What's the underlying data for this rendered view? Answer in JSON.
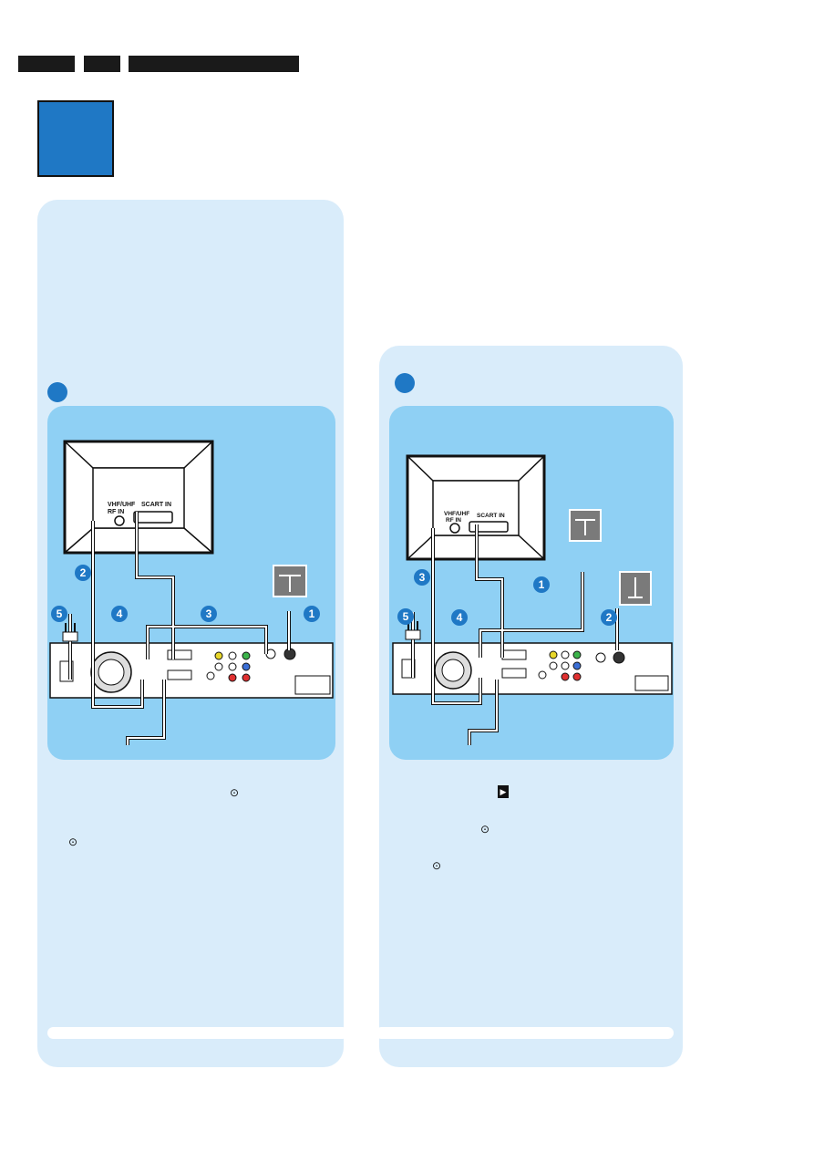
{
  "header": {
    "boxes": [
      "",
      "",
      ""
    ]
  },
  "left_diagram": {
    "tv_labels": {
      "rf_in": "VHF/UHF\nRF IN",
      "rf_in_line1": "VHF/UHF",
      "rf_in_line2": "RF IN",
      "scart_in": "SCART IN"
    },
    "cable_numbers": [
      "2",
      "4",
      "3",
      "1",
      "5"
    ]
  },
  "right_diagram": {
    "tv_labels": {
      "rf_in_line1": "VHF/UHF",
      "rf_in_line2": "RF IN",
      "scart_in": "SCART IN"
    },
    "cable_numbers": [
      "3",
      "4",
      "1",
      "2",
      "5"
    ]
  },
  "symbols": {
    "antenna_in": "⊙",
    "arrow_icon": "▶"
  },
  "colors": {
    "accent_blue": "#1f78c5",
    "panel_light": "#d9ecfa",
    "panel_mid": "#8fd0f4"
  }
}
